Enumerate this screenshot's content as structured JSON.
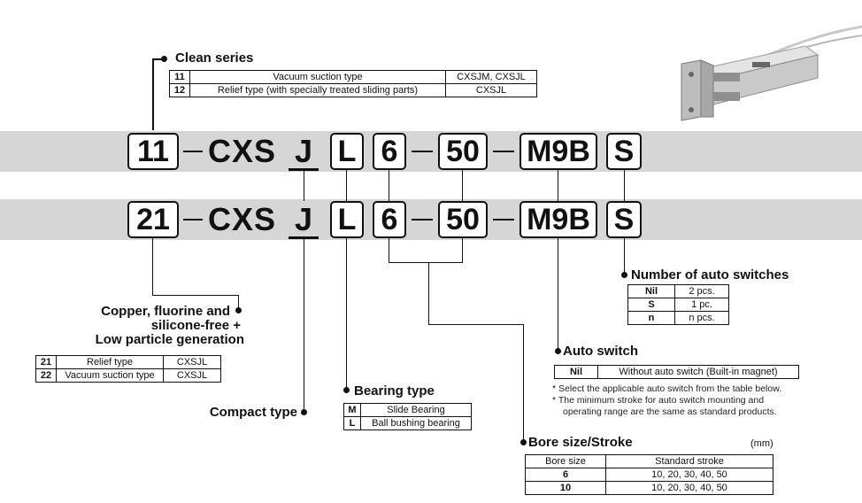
{
  "clean_series": {
    "title": "Clean series",
    "rows": [
      {
        "code": "11",
        "desc": "Vacuum suction type",
        "model": "CXSJM, CXSJL"
      },
      {
        "code": "12",
        "desc": "Relief type (with specially treated sliding parts)",
        "model": "CXSJL"
      }
    ]
  },
  "code_row1": {
    "prefix": "11",
    "series": "CXS",
    "j": "J",
    "bearing": "L",
    "bore": "6",
    "stroke": "50",
    "switch": "M9B",
    "count": "S"
  },
  "code_row2": {
    "prefix": "21",
    "series": "CXS",
    "j": "J",
    "bearing": "L",
    "bore": "6",
    "stroke": "50",
    "switch": "M9B",
    "count": "S"
  },
  "copper": {
    "title_line1": "Copper, fluorine and",
    "title_line2": "silicone-free +",
    "title_line3": "Low particle generation",
    "rows": [
      {
        "code": "21",
        "desc": "Relief type",
        "model": "CXSJL"
      },
      {
        "code": "22",
        "desc": "Vacuum suction type",
        "model": "CXSJL"
      }
    ]
  },
  "compact": {
    "title": "Compact type"
  },
  "bearing": {
    "title": "Bearing type",
    "rows": [
      {
        "code": "M",
        "desc": "Slide Bearing"
      },
      {
        "code": "L",
        "desc": "Ball bushing bearing"
      }
    ]
  },
  "switches": {
    "title": "Number of auto switches",
    "rows": [
      {
        "code": "Nil",
        "desc": "2 pcs."
      },
      {
        "code": "S",
        "desc": "1 pc."
      },
      {
        "code": "n",
        "desc": "n pcs."
      }
    ]
  },
  "auto_switch": {
    "title": "Auto switch",
    "code": "Nil",
    "desc": "Without auto switch (Built-in magnet)",
    "note1": "* Select the applicable auto switch from the table below.",
    "note2a": "* The minimum stroke for auto switch mounting and",
    "note2b": "operating range are the same as standard products."
  },
  "bore": {
    "title": "Bore size/Stroke",
    "unit": "(mm)",
    "headers": [
      "Bore size",
      "Standard stroke"
    ],
    "rows": [
      {
        "size": "6",
        "strokes": "10, 20, 30, 40, 50"
      },
      {
        "size": "10",
        "strokes": "10, 20, 30, 40, 50"
      }
    ]
  },
  "colors": {
    "band": "#d6d6d6",
    "ink": "#111111"
  },
  "product_image": {
    "icon": "cylinder-product-photo"
  }
}
